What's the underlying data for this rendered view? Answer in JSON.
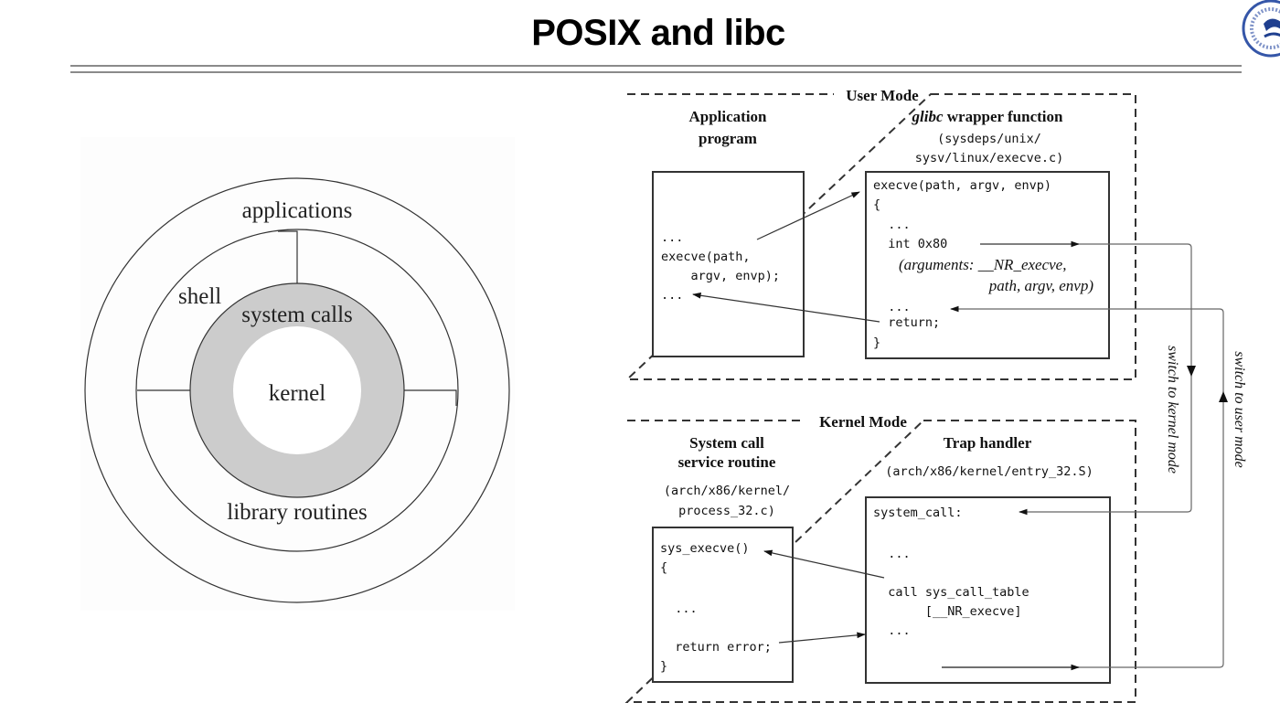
{
  "slide": {
    "title": "POSIX and libc"
  },
  "logo": {
    "name": "university-seal",
    "color": "#1f3f8f"
  },
  "layers_diagram": {
    "labels": {
      "outer": "applications",
      "middle": "shell",
      "middle_lower": "library routines",
      "ring": "system calls",
      "core": "kernel"
    },
    "ring_color": "#cccccc"
  },
  "flow_diagram": {
    "user_mode": {
      "label": "User Mode",
      "app": {
        "heading_line1": "Application",
        "heading_line2": "program",
        "code": [
          "...",
          "execve(path,",
          "    argv, envp);",
          "..."
        ]
      },
      "glibc": {
        "heading_italic": "glibc",
        "heading_rest": " wrapper function",
        "path_line1": "(sysdeps/unix/",
        "path_line2": "sysv/linux/execve.c)",
        "code": [
          "execve(path, argv, envp)",
          "{",
          "  ...",
          "  int 0x80",
          "  ...",
          "  return;",
          "}"
        ],
        "args_line1": "(arguments: __NR_execve,",
        "args_line2": "path, argv, envp)"
      }
    },
    "kernel_mode": {
      "label": "Kernel Mode",
      "service": {
        "heading_line1": "System call",
        "heading_line2": "service routine",
        "path_line1": "(arch/x86/kernel/",
        "path_line2": "process_32.c)",
        "code": [
          "sys_execve()",
          "{",
          "  ...",
          "  return error;",
          "}"
        ]
      },
      "trap": {
        "heading": "Trap handler",
        "path": "(arch/x86/kernel/entry_32.S)",
        "code": [
          "system_call:",
          "  ...",
          "  call sys_call_table",
          "       [__NR_execve]",
          "  ..."
        ]
      }
    },
    "switch_to_kernel": "switch to kernel mode",
    "switch_to_user": "switch to user mode"
  }
}
